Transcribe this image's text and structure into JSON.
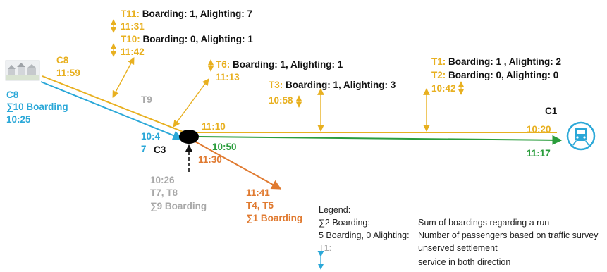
{
  "colors": {
    "yellow": "#e8b020",
    "blue": "#2ba8d8",
    "green": "#2a9d3c",
    "orange": "#e07a30",
    "gray": "#a8a8a8",
    "black": "#111111"
  },
  "icons": {
    "village": "village-photo-icon",
    "train": "train-station-icon",
    "hub": "hub-node",
    "both_direction": "double-arrow-icon"
  },
  "stops": {
    "t11": {
      "code": "T11:",
      "text": " Boarding: 1, Alighting: 7",
      "time": "11:31"
    },
    "t10": {
      "code": "T10:",
      "text": " Boarding: 0, Alighting: 1",
      "time": "11:42"
    },
    "t6": {
      "code": "T6:",
      "text": " Boarding: 1, Alighting: 1",
      "time": "11:13"
    },
    "t3": {
      "code": "T3:",
      "text": " Boarding: 1, Alighting: 3",
      "time": "10:58"
    },
    "t1": {
      "code": "T1:",
      "text": " Boarding: 1 , Alighting: 2"
    },
    "t2": {
      "code": "T2:",
      "text": " Boarding: 0, Alighting: 0",
      "time": "10:42"
    },
    "t9": {
      "code": "T9"
    }
  },
  "nodes": {
    "c8_top": {
      "name": "C8",
      "time": "11:59"
    },
    "c8_left": {
      "name": "C8",
      "boarding": "∑10 Boarding",
      "time": "10:25"
    },
    "c3": {
      "name": "C3",
      "time_blue_a": "10:4",
      "time_blue_b": "7",
      "time_yellow": "11:10",
      "time_green": "10:50",
      "time_orange": "11:30"
    },
    "c1": {
      "name": "C1",
      "time_yellow": "10:20",
      "time_green": "11:17"
    },
    "south": {
      "time": "10:26",
      "codes": "T7, T8",
      "boarding": "∑9 Boarding"
    },
    "t4t5": {
      "time": "11:41",
      "codes": "T4, T5",
      "boarding": "∑1 Boarding"
    }
  },
  "legend": {
    "title": "Legend:",
    "rows": [
      {
        "key": "∑2 Boarding:",
        "desc": "Sum of boardings regarding a run"
      },
      {
        "key": "5 Boarding, 0 Alighting:",
        "desc": "Number of passengers based on traffic survey"
      },
      {
        "key": "T1:",
        "desc": "unserved settlement"
      },
      {
        "key": "",
        "desc": "service in both direction"
      }
    ]
  }
}
